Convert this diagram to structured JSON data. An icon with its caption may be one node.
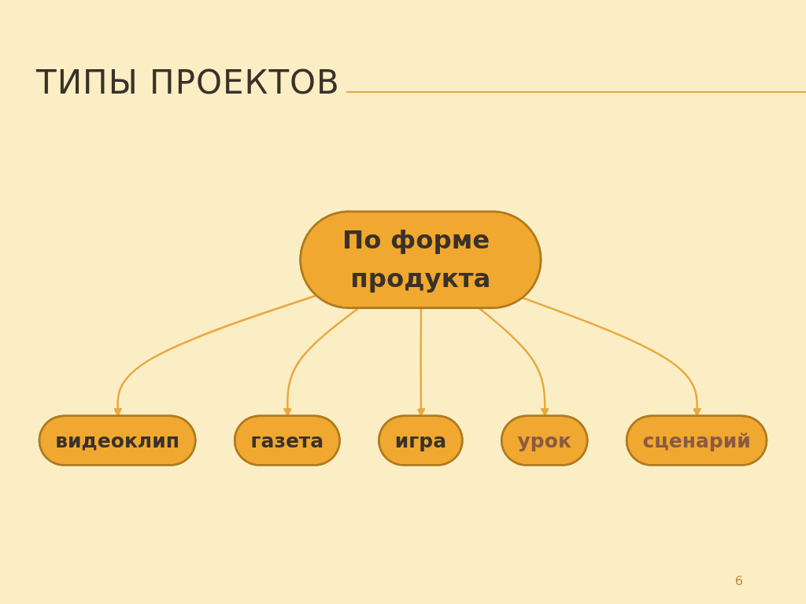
{
  "diagram": {
    "title": "ТИПЫ ПРОЕКТОВ",
    "nodes": [
      {
        "text": [
          "По форме продукта"
        ]
      },
      {
        "text": [
          "видеоклип"
        ]
      },
      {
        "text": [
          "газета"
        ]
      },
      {
        "text": [
          "игра"
        ]
      },
      {
        "text": [
          "урок"
        ]
      },
      {
        "text": [
          "сценарий"
        ]
      }
    ],
    "edges": [
      {
        "from": 0,
        "to": 1,
        "arrow": "to"
      },
      {
        "from": 0,
        "to": 2,
        "arrow": "to"
      },
      {
        "from": 0,
        "to": 3,
        "arrow": "to"
      },
      {
        "from": 0,
        "to": 4,
        "arrow": "to"
      },
      {
        "from": 0,
        "to": 5,
        "arrow": "to"
      }
    ],
    "labels": [
      "6"
    ]
  }
}
